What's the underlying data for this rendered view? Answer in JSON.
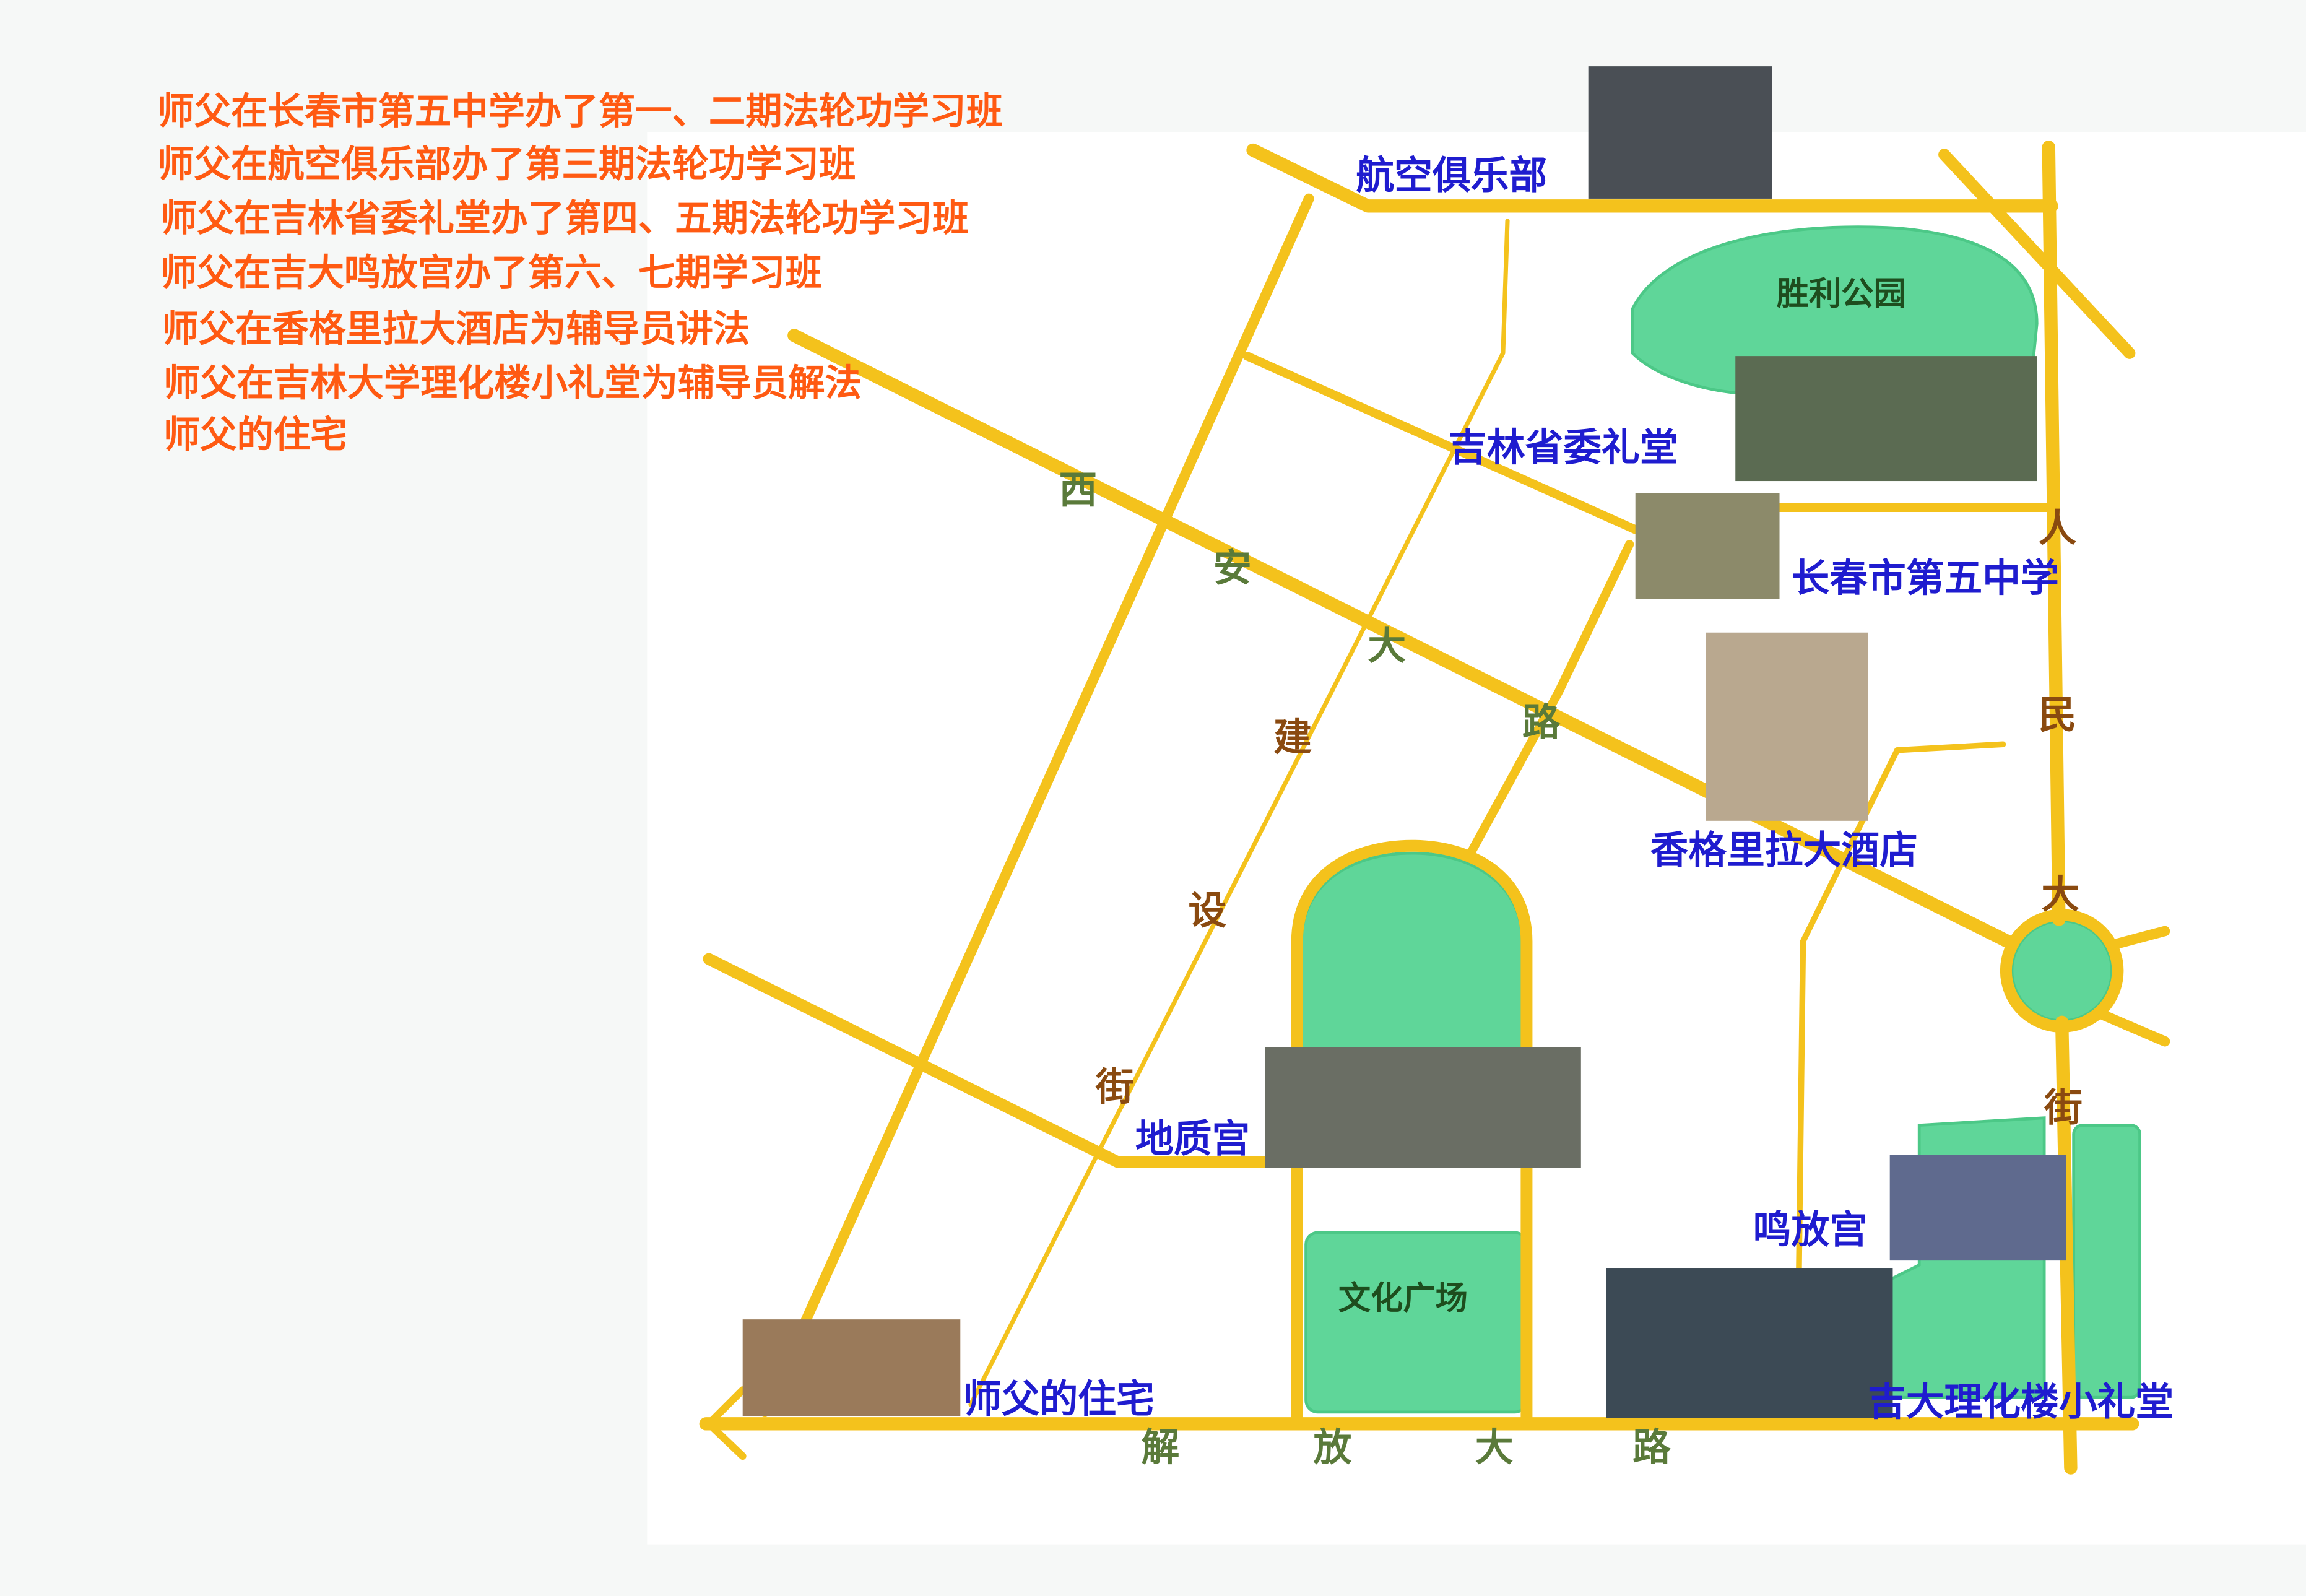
{
  "legend": [
    "师父在长春市第五中学办了第一、二期法轮功学习班",
    "师父在航空俱乐部办了第三期法轮功学习班",
    "师父在吉林省委礼堂办了第四、五期法轮功学习班",
    "师父在吉大鸣放宫办了第六、七期学习班",
    "师父在香格里拉大酒店为辅导员讲法",
    "师父在吉林大学理化楼小礼堂为辅导员解法",
    "师父的住宅"
  ],
  "places": {
    "aviation_club": "航空俱乐部",
    "victory_park": "胜利公园",
    "provincial_hall": "吉林省委礼堂",
    "fifth_school": "长春市第五中学",
    "shangri_la": "香格里拉大酒店",
    "geology_palace": "地质宫",
    "culture_square": "文化广场",
    "mingfang_palace": "鸣放宫",
    "chem_building": "吉大理化楼小礼堂",
    "residence": "师父的住宅"
  },
  "streets": {
    "xian_road": [
      "西",
      "安",
      "大",
      "路"
    ],
    "jianshe_street": [
      "建",
      "设",
      "街"
    ],
    "renmin_street": [
      "人",
      "民",
      "大",
      "街"
    ],
    "jiefang_road": [
      "解",
      "放",
      "大",
      "路"
    ]
  },
  "colors": {
    "road": "#f4c21c",
    "park": "#5fd699",
    "legend": "#ff5a12",
    "place": "#1f1ccf"
  }
}
